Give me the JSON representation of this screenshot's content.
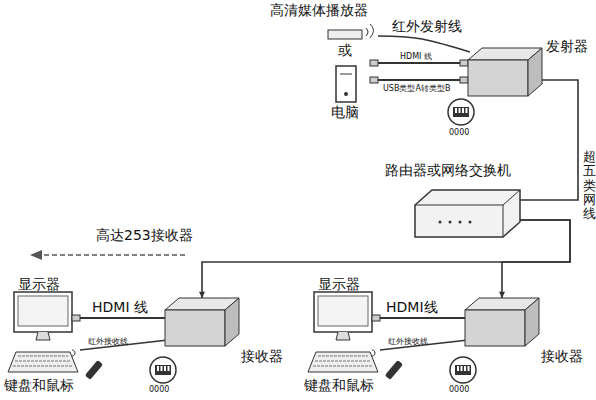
{
  "diagram": {
    "nodes": [
      {
        "text": [
          "发射器"
        ]
      },
      {
        "text": [
          "路由器或网络交换机"
        ]
      },
      {
        "text": [
          "接收器"
        ]
      },
      {
        "text": [
          "接收器"
        ]
      }
    ],
    "edges": [
      {
        "from": 0,
        "to": 1,
        "arrow": "none",
        "label": "超五类网线"
      },
      {
        "from": 1,
        "to": 2,
        "arrow": "to"
      },
      {
        "from": 1,
        "to": 3,
        "arrow": "to"
      }
    ],
    "labels": [
      "高清媒体播放器",
      "或",
      "电脑",
      "红外发射线",
      "HDMI 线",
      "USB类型A转类型B",
      "0000",
      "高达253接收器",
      "显示器",
      "HDMI 线",
      "红外接收线",
      "键盘和鼠标",
      "0000",
      "显示器",
      "HDMI线",
      "红外接收线",
      "键盘和鼠标",
      "0000"
    ]
  }
}
